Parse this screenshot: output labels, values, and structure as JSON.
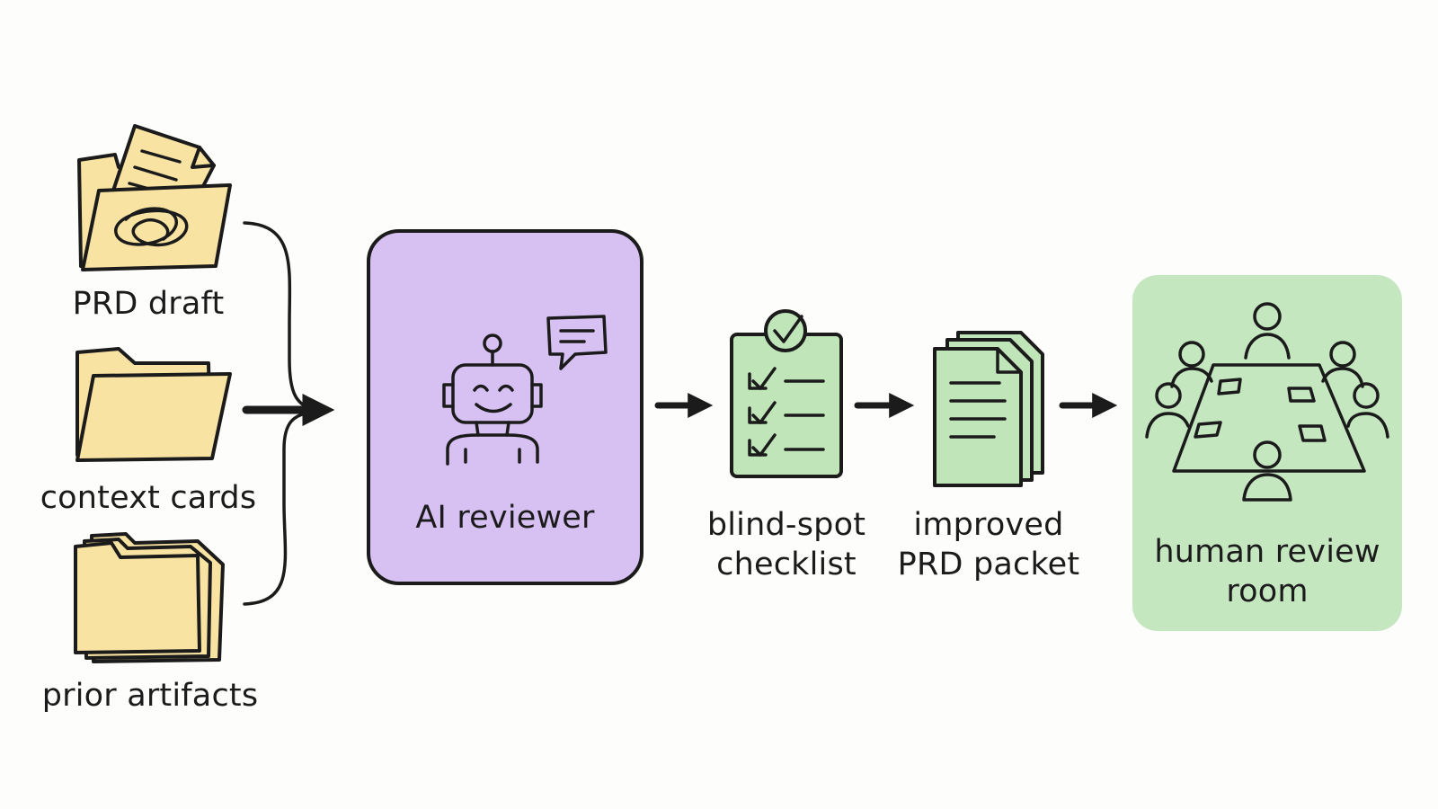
{
  "colors": {
    "folder": "#f9e3a3",
    "ai_box": "#d7c1f2",
    "output": "#bfe5b9",
    "room": "#c4e7c0",
    "ink": "#1b1b1b"
  },
  "inputs": [
    {
      "label": "PRD draft",
      "icon": "folder-with-document-icon"
    },
    {
      "label": "context cards",
      "icon": "folder-icon"
    },
    {
      "label": "prior artifacts",
      "icon": "stacked-folders-icon"
    }
  ],
  "reviewer": {
    "label": "AI reviewer",
    "icon": "robot-icon"
  },
  "checklist": {
    "label_line1": "blind-spot",
    "label_line2": "checklist",
    "icon": "checklist-icon"
  },
  "packet": {
    "label_line1": "improved",
    "label_line2": "PRD packet",
    "icon": "document-stack-icon"
  },
  "room": {
    "label_line1": "human review",
    "label_line2": "room",
    "icon": "meeting-table-icon"
  }
}
